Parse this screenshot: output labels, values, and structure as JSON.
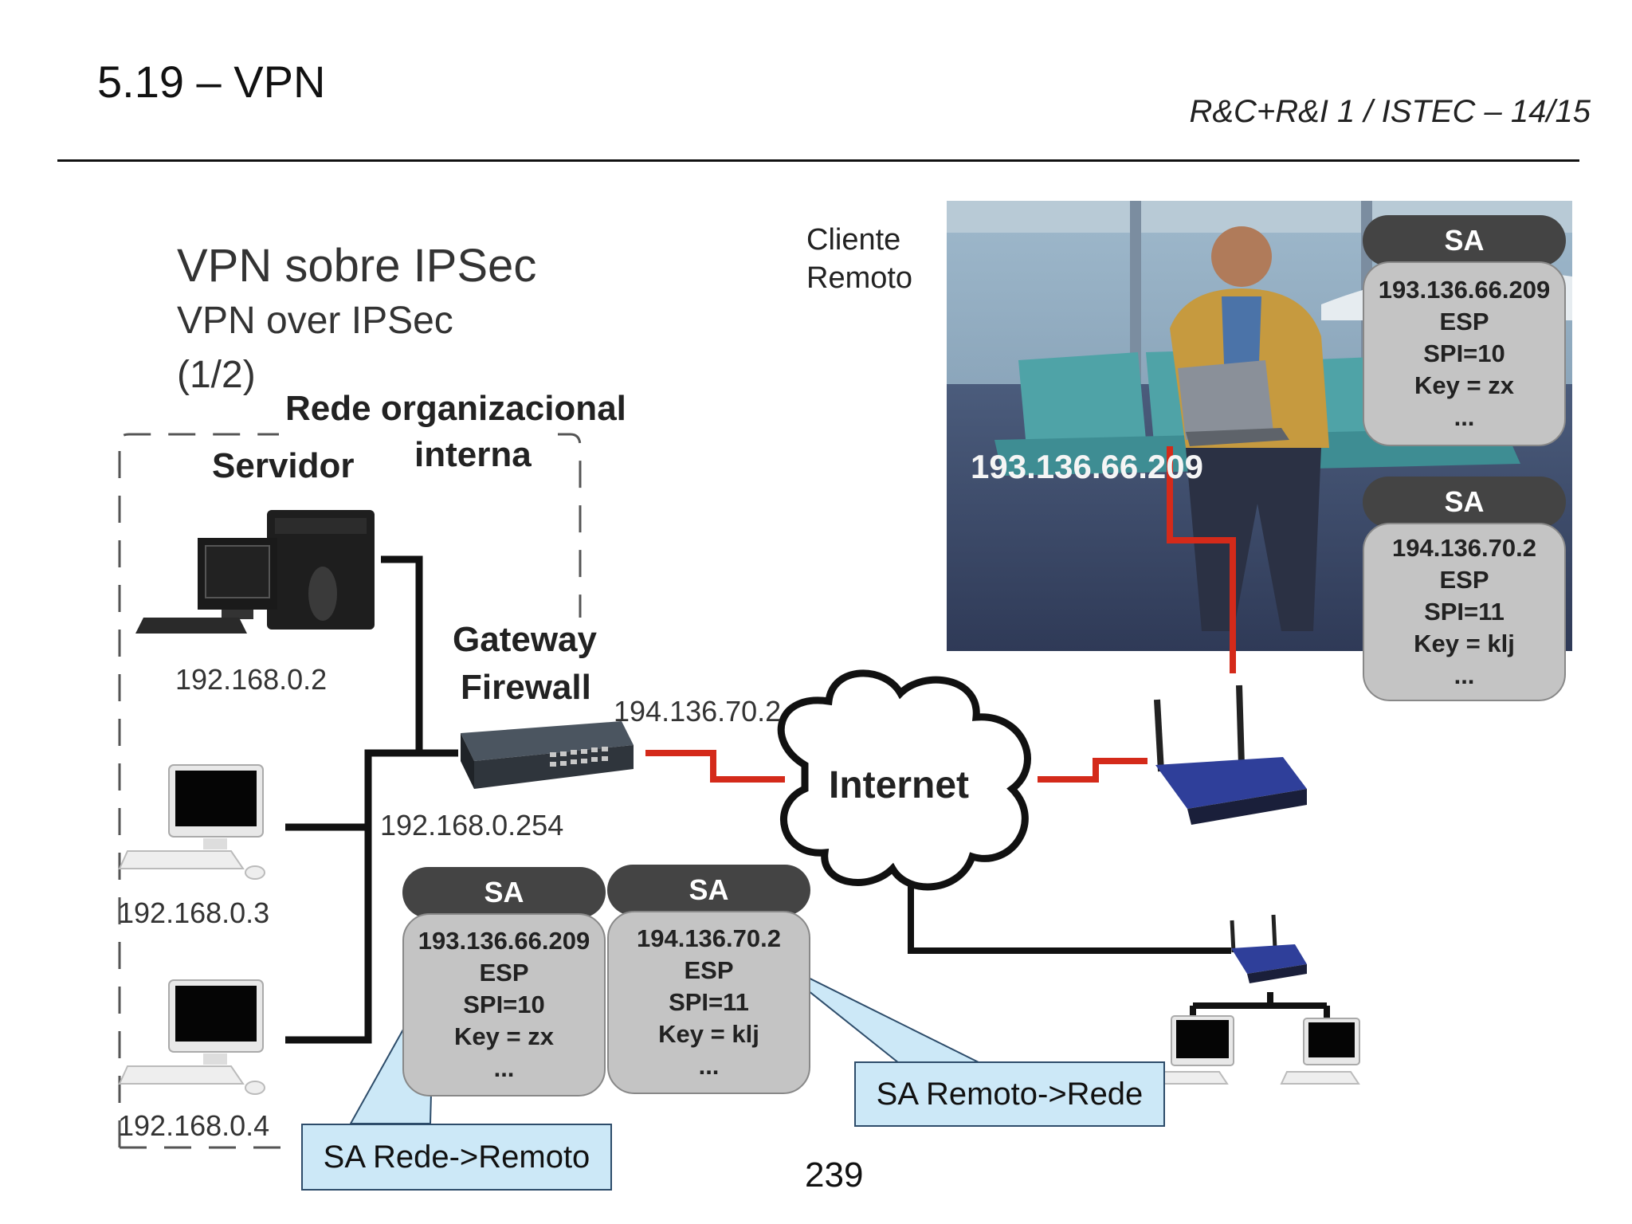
{
  "header": {
    "title": "5.19 – VPN",
    "course": "R&C+R&I 1 / ISTEC – 14/15"
  },
  "diagram": {
    "heading_line1": "VPN sobre IPSec",
    "heading_line2": "VPN over IPSec",
    "heading_line3": "(1/2)",
    "org_network_line1": "Rede organizacional",
    "org_network_line2": "interna",
    "server_label": "Servidor",
    "server_ip": "192.168.0.2",
    "pc3_ip": "192.168.0.3",
    "pc4_ip": "192.168.0.4",
    "gateway_line1": "Gateway",
    "gateway_line2": "Firewall",
    "gateway_public_ip": "194.136.70.2",
    "gateway_private_ip": "192.168.0.254",
    "internet_label": "Internet",
    "remote_client_line1": "Cliente",
    "remote_client_line2": "Remoto",
    "remote_client_ip": "193.136.66.209",
    "callout_network_to_remote": "SA Rede->Remoto",
    "callout_remote_to_network": "SA Remoto->Rede"
  },
  "sa_tables": [
    {
      "head": "SA",
      "ip": "193.136.66.209",
      "proto": "ESP",
      "spi": "SPI=10",
      "key": "Key = zx",
      "more": "..."
    },
    {
      "head": "SA",
      "ip": "194.136.70.2",
      "proto": "ESP",
      "spi": "SPI=11",
      "key": "Key = klj",
      "more": "..."
    },
    {
      "head": "SA",
      "ip": "193.136.66.209",
      "proto": "ESP",
      "spi": "SPI=10",
      "key": "Key = zx",
      "more": "..."
    },
    {
      "head": "SA",
      "ip": "194.136.70.2",
      "proto": "ESP",
      "spi": "SPI=11",
      "key": "Key = klj",
      "more": "..."
    }
  ],
  "footer": {
    "page_number": "239"
  },
  "colors": {
    "tunnel": "#d42a1a",
    "lan": "#111111",
    "callout_fill": "#cce8f7",
    "sa_head": "#444444",
    "sa_body": "#c4c4c4"
  }
}
